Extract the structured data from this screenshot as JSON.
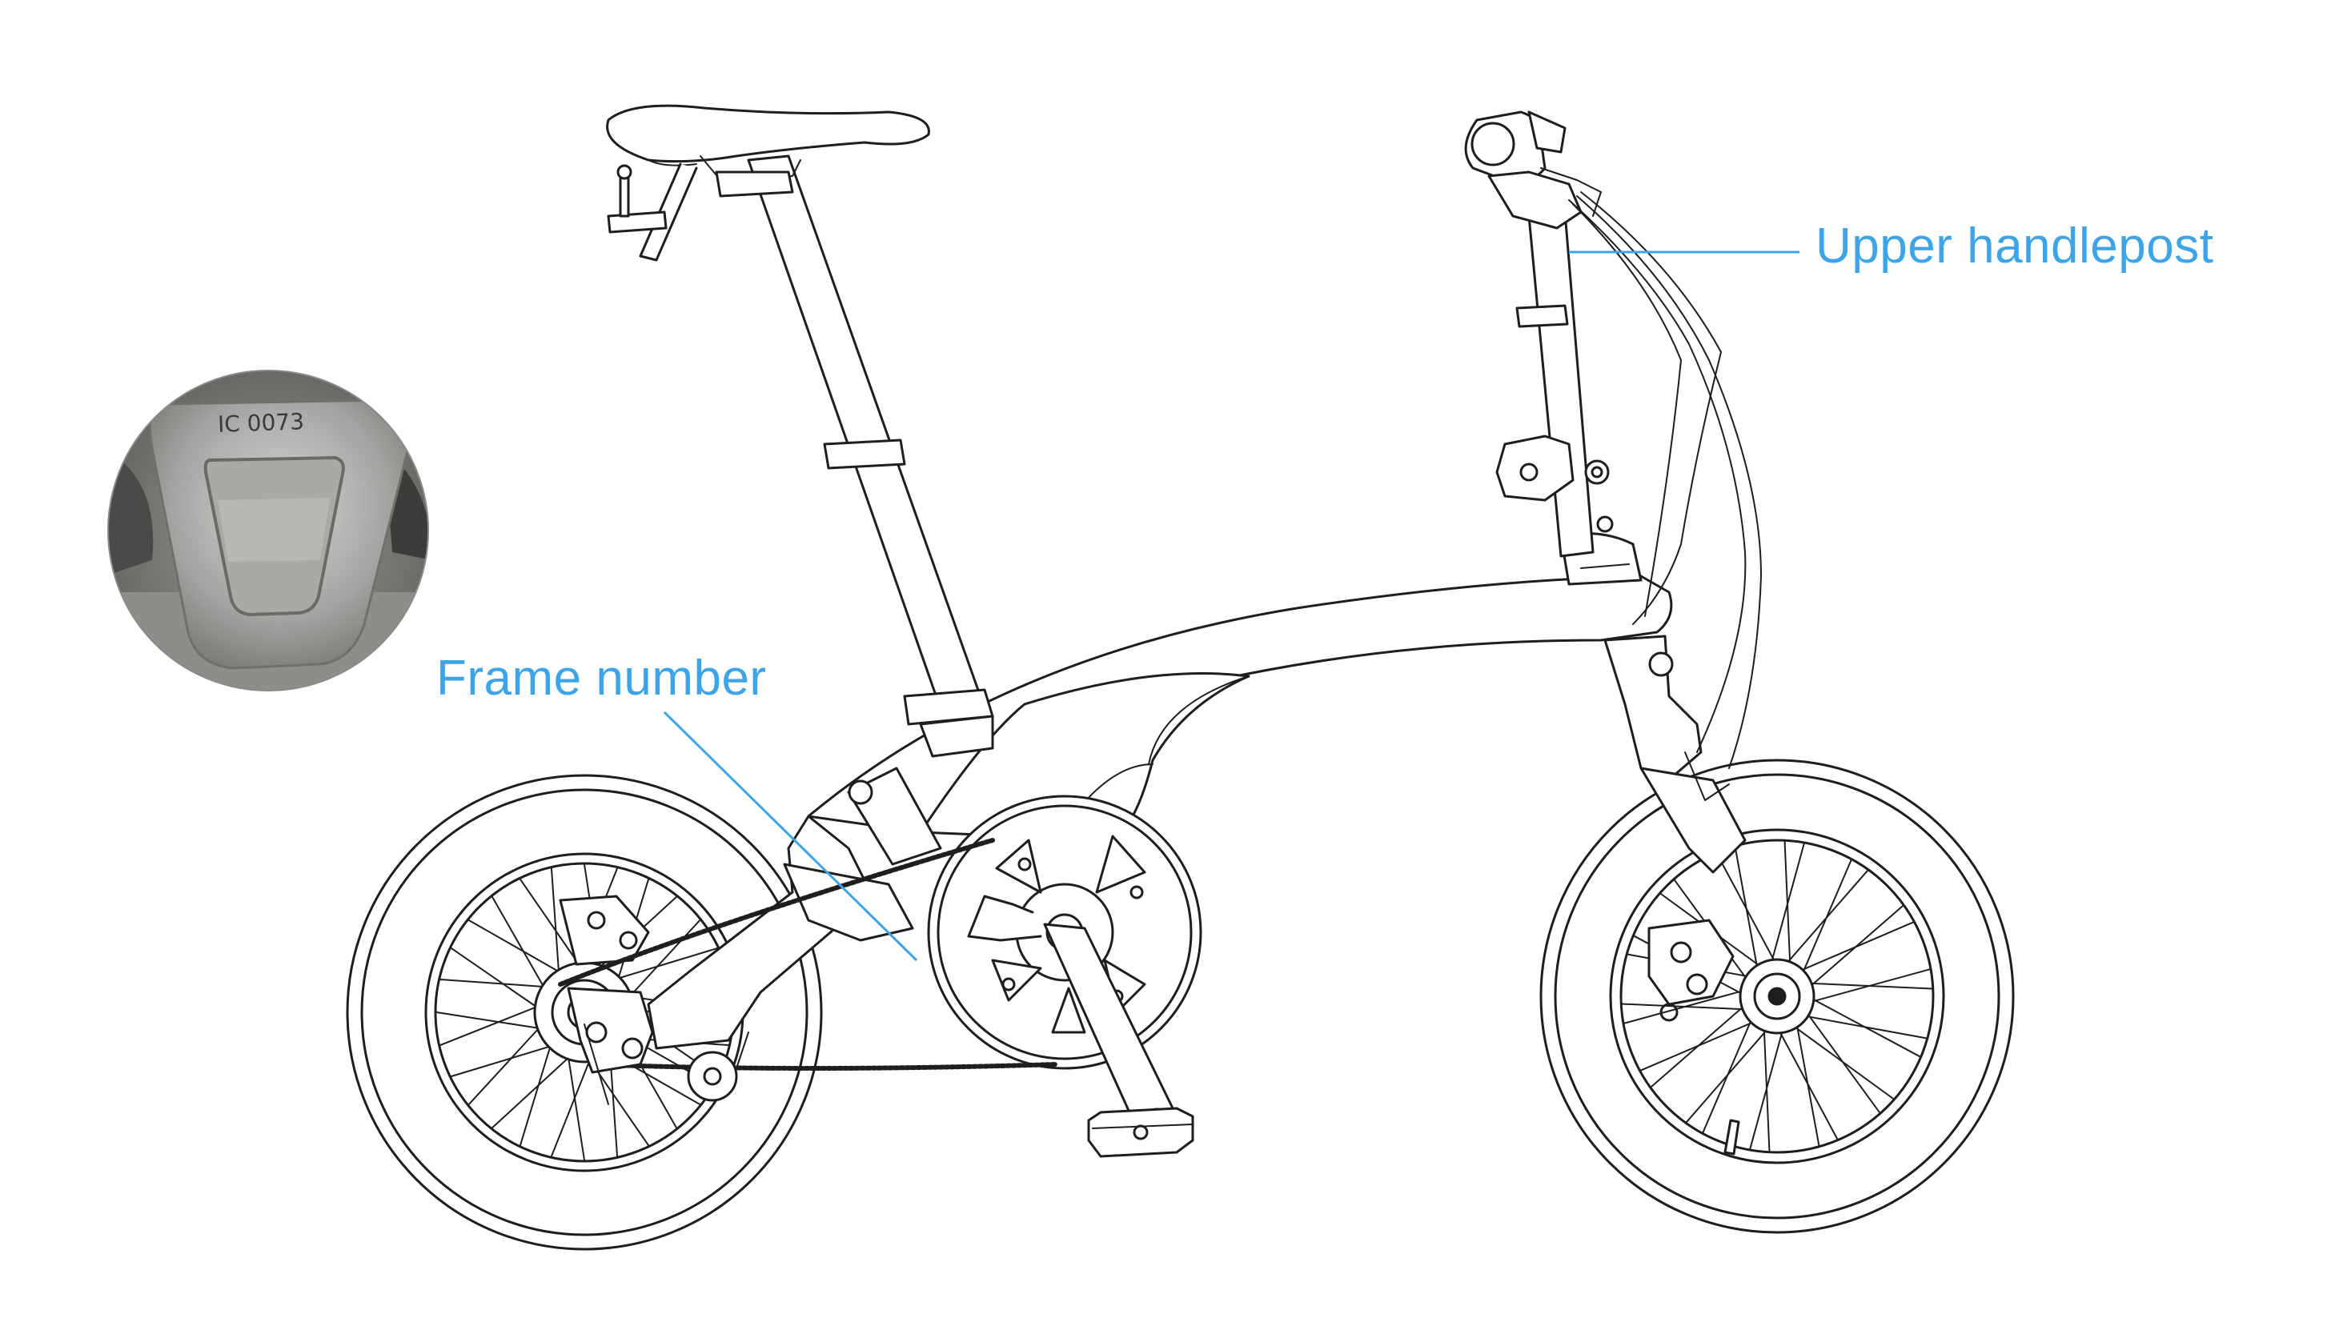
{
  "labels": {
    "upper_handlepost": "Upper handlepost",
    "frame_number": "Frame number"
  },
  "inset_photo": {
    "stamp_text": "IC 0073"
  },
  "colors": {
    "callout": "#3ea4e8",
    "line_art": "#1e1e1e",
    "photo_metal": "#9a9a9a",
    "photo_bg": "#7d7f7a"
  }
}
